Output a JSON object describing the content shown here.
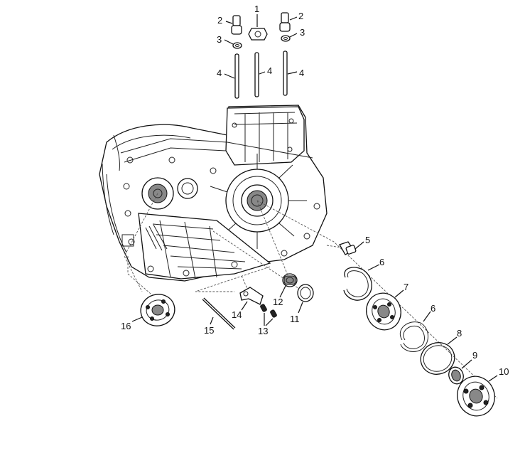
{
  "labels": {
    "p1": "1",
    "p2a": "2",
    "p2b": "2",
    "p3a": "3",
    "p3b": "3",
    "p4a": "4",
    "p4b": "4",
    "p4c": "4",
    "p5": "5",
    "p6a": "6",
    "p6b": "6",
    "p7": "7",
    "p8": "8",
    "p9": "9",
    "p10": "10",
    "p11": "11",
    "p12": "12",
    "p13": "13",
    "p14": "14",
    "p15": "15",
    "p16": "16"
  }
}
